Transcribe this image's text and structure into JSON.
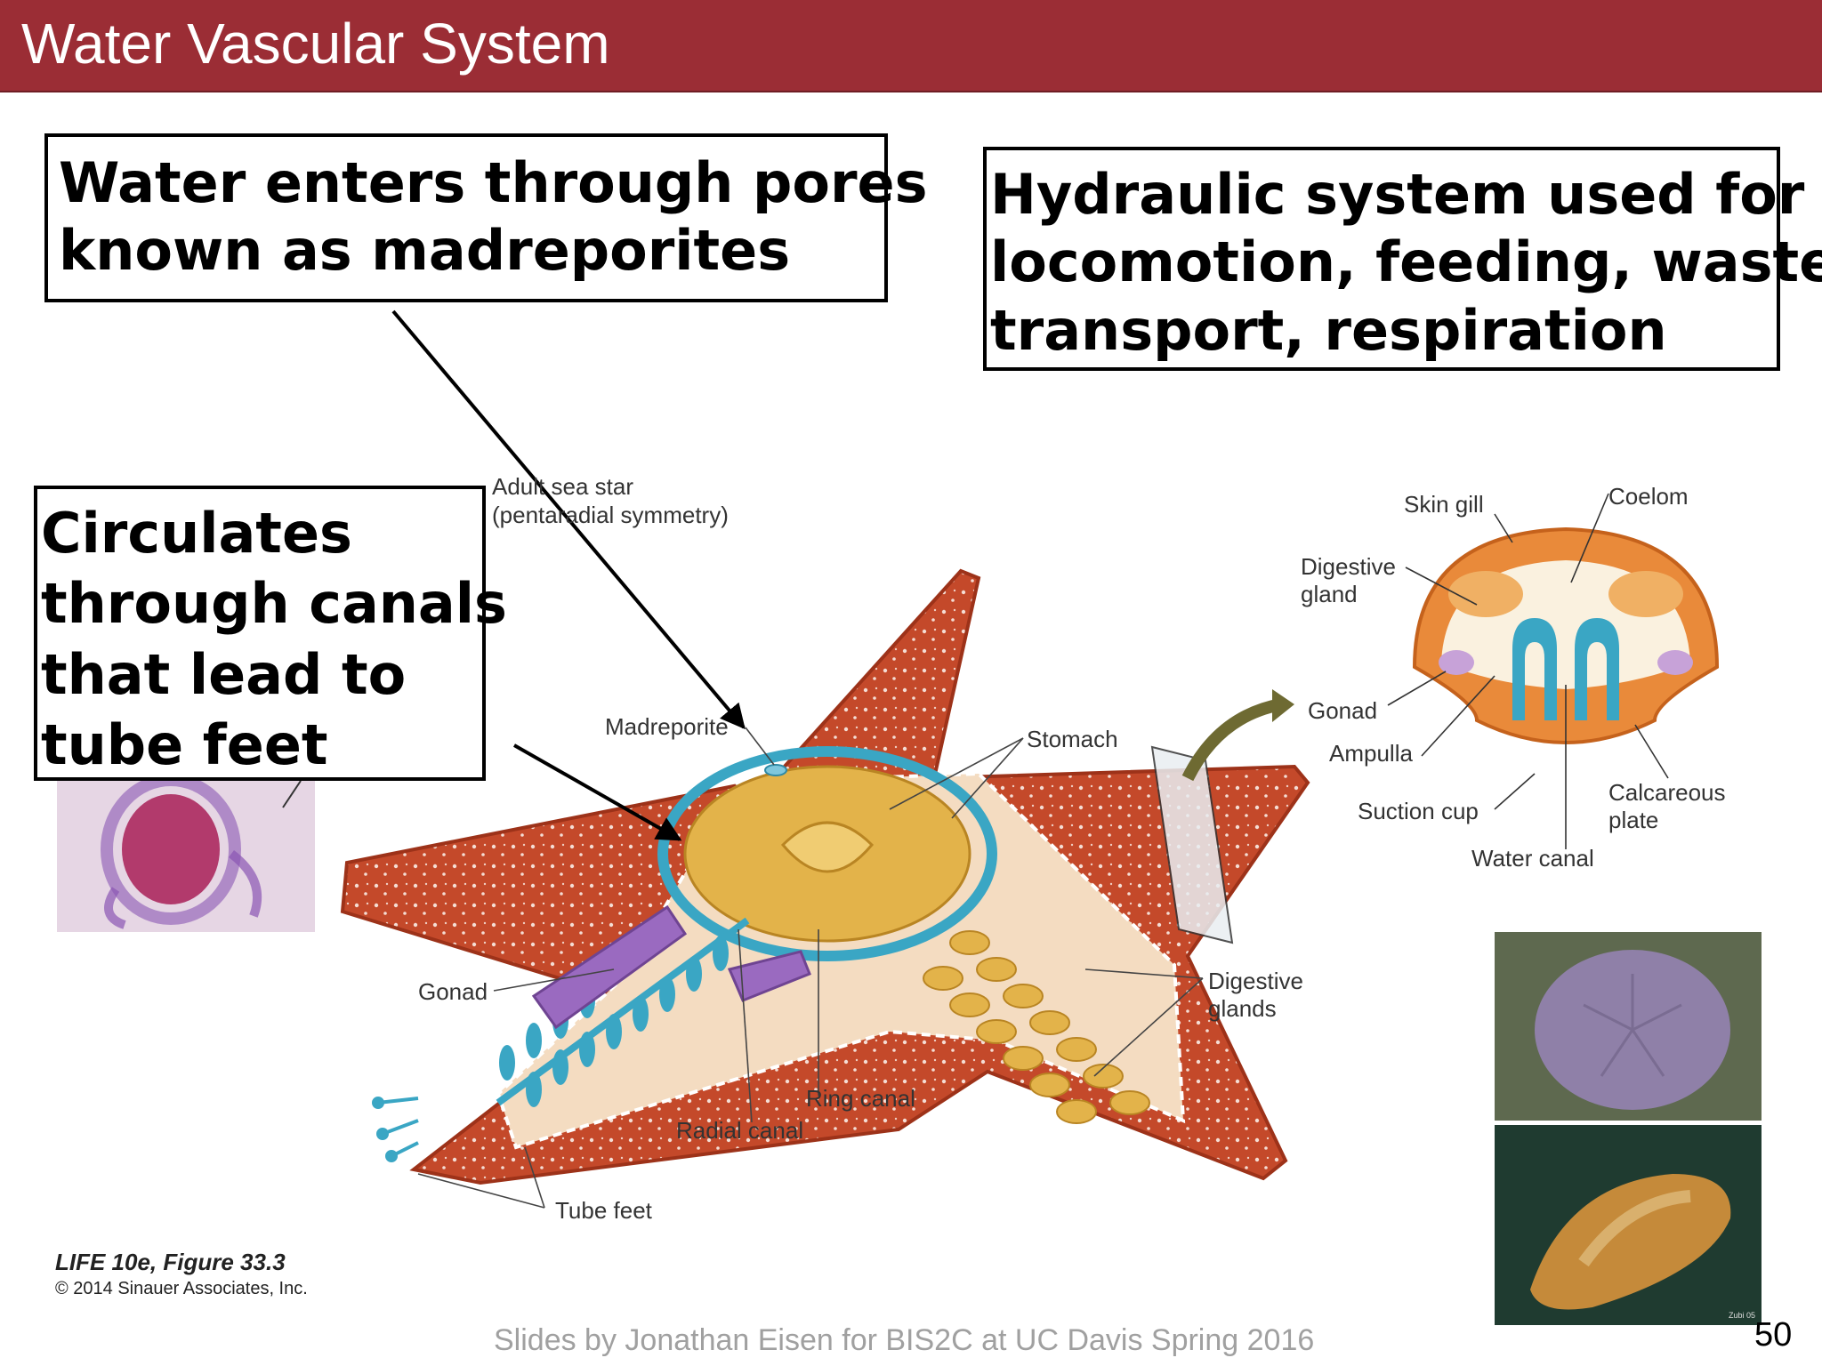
{
  "slide": {
    "title": "Water Vascular System",
    "page_number": "50",
    "footer": "Slides by Jonathan Eisen for BIS2C at UC Davis Spring 2016"
  },
  "boxes": {
    "madreporite_box": [
      "Water enters through pores",
      "known as madreporites"
    ],
    "hydraulic_box": [
      "Hydraulic system used for",
      "locomotion, feeding, waste",
      "transport, respiration"
    ],
    "canals_box": [
      "Circulates",
      "through canals",
      "that lead to",
      "tube feet"
    ]
  },
  "figure": {
    "panel_b_label": [
      "Adult sea star",
      "(pentaradial symmetry)"
    ],
    "star_labels": {
      "madreporite": "Madreporite",
      "stomach": "Stomach",
      "gonad": "Gonad",
      "digestive_glands": [
        "Digestive",
        "glands"
      ],
      "ring_canal": "Ring canal",
      "radial_canal": "Radial canal",
      "tube_feet": "Tube feet"
    },
    "cross_section_labels": {
      "skin_gill": "Skin gill",
      "coelom": "Coelom",
      "digestive_gland": [
        "Digestive",
        "gland"
      ],
      "gonad": "Gonad",
      "ampulla": "Ampulla",
      "suction_cup": "Suction cup",
      "water_canal": "Water canal",
      "calcareous_plate": [
        "Calcareous",
        "plate"
      ]
    },
    "caption_title": "LIFE 10e, Figure 33.3",
    "caption_copyright": "© 2014 Sinauer Associates, Inc.",
    "photo_credit": "Zubi 05"
  },
  "colors": {
    "title_bar": "#9b2d35",
    "star_body": "#c4492a",
    "water_canal": "#3aa6c4",
    "gonad": "#9a6ac0",
    "digestive": "#e3b34a"
  }
}
